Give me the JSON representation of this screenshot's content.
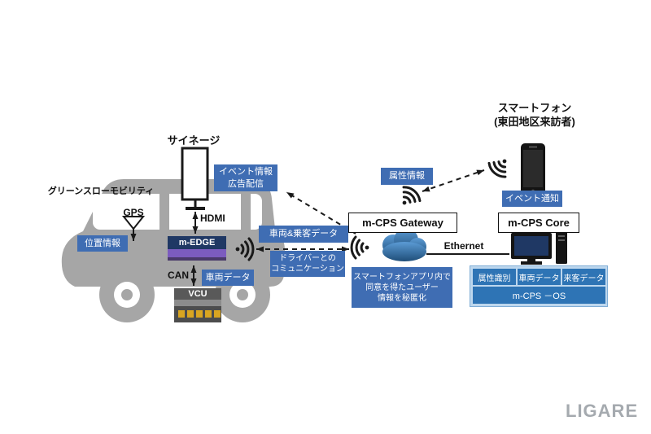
{
  "colors": {
    "label_blue": "#3f6db3",
    "panel_blue": "#2e74b5",
    "panel_bg": "#bdd7ee",
    "car_gray": "#a6a6a6",
    "cloud_blue": "#2e75b6",
    "watermark_gray": "#a5aaaf"
  },
  "labels": {
    "signage": "サイネージ",
    "event_ad_line1": "イベント情報",
    "event_ad_line2": "広告配信",
    "mobility": "グリーンスローモビリティ",
    "gps": "GPS",
    "hdmi": "HDMI",
    "location_info": "位置情報",
    "m_edge": "m-EDGE",
    "vehicle_passenger_data": "車両&乗客データ",
    "driver_comm_line1": "ドライバーとの",
    "driver_comm_line2": "コミュニケーション",
    "can": "CAN",
    "vehicle_data": "車両データ",
    "vcu": "VCU",
    "gateway": "m-CPS Gateway",
    "attribute_info": "属性情報",
    "smartphone_line1": "スマートフォン",
    "smartphone_line2": "(東田地区来訪者)",
    "event_notify": "イベント通知",
    "core": "m-CPS Core",
    "ethernet": "Ethernet",
    "anonymize_line1": "スマートフォンアプリ内で",
    "anonymize_line2": "同意を得たユーザー",
    "anonymize_line3": "情報を秘匿化",
    "panel_attr": "属性識別",
    "panel_vehicle": "車両データ",
    "panel_visitor": "来客データ",
    "panel_os": "m-CPS －OS",
    "watermark": "LIGARE"
  }
}
